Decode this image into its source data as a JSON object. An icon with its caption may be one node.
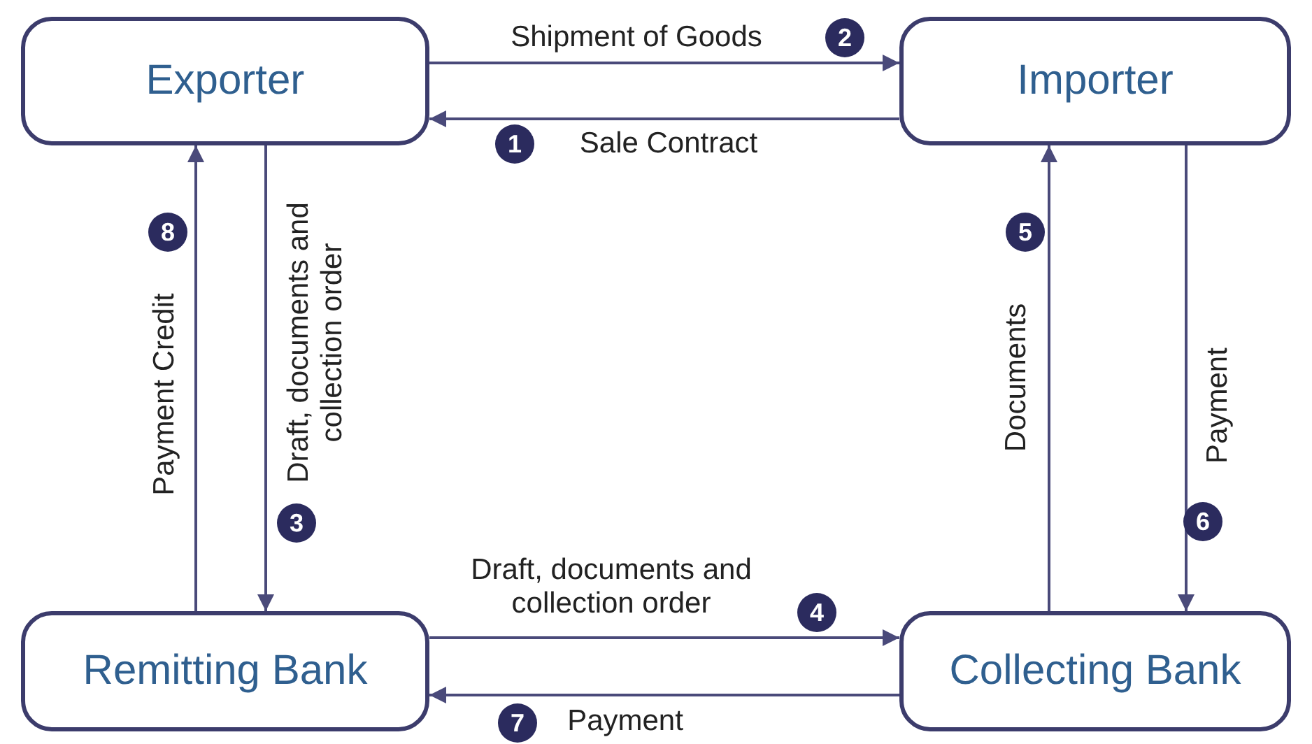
{
  "diagram": {
    "nodes": [
      {
        "text": [
          "Exporter"
        ]
      },
      {
        "text": [
          "Importer"
        ]
      },
      {
        "text": [
          "Remitting Bank"
        ]
      },
      {
        "text": [
          "Collecting Bank"
        ]
      }
    ],
    "edges": [
      {
        "from": 0,
        "to": 1,
        "arrow": "to",
        "label": "Shipment of Goods"
      },
      {
        "from": 1,
        "to": 0,
        "arrow": "to",
        "label": "Sale Contract"
      },
      {
        "from": 0,
        "to": 2,
        "arrow": "to",
        "label": "Draft, documents and collection order"
      },
      {
        "from": 2,
        "to": 3,
        "arrow": "to",
        "label": "Draft, documents and collection order"
      },
      {
        "from": 3,
        "to": 1,
        "arrow": "to",
        "label": "Documents"
      },
      {
        "from": 1,
        "to": 3,
        "arrow": "to",
        "label": "Payment"
      },
      {
        "from": 3,
        "to": 2,
        "arrow": "to",
        "label": "Payment"
      },
      {
        "from": 2,
        "to": 0,
        "arrow": "to",
        "label": "Payment Credit"
      }
    ],
    "labels": [
      "2",
      "1",
      "8",
      "3",
      "5",
      "6",
      "4",
      "7"
    ]
  }
}
